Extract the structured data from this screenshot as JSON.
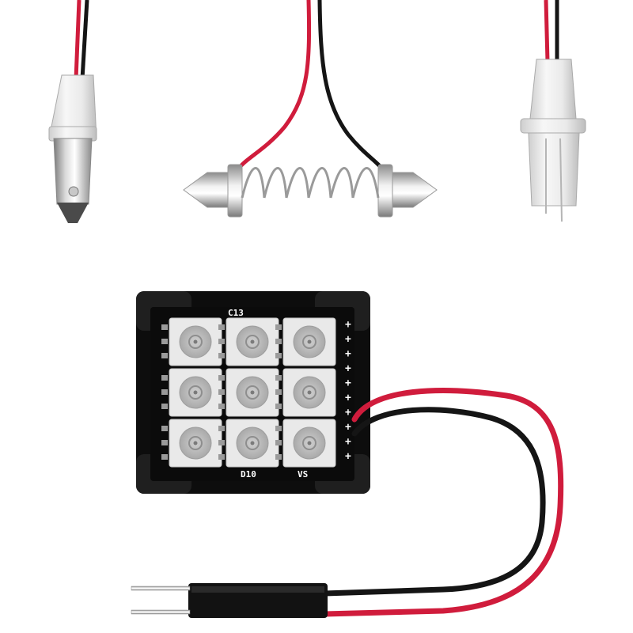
{
  "product": {
    "pcb": {
      "leds": [
        {
          "id": "led-1"
        },
        {
          "id": "led-2"
        },
        {
          "id": "led-3"
        },
        {
          "id": "led-4"
        },
        {
          "id": "led-5"
        },
        {
          "id": "led-6"
        },
        {
          "id": "led-7"
        },
        {
          "id": "led-8"
        },
        {
          "id": "led-9"
        }
      ],
      "silkscreen": {
        "top_label": "C13",
        "bottom_left_label": "D10",
        "bottom_right_label": "VS",
        "plus_sign": "+"
      },
      "colors": {
        "board": "#0d0d0d",
        "led_body": "#e9e9e9",
        "led_lens": "#b9b9b9",
        "silkscreen": "#ffffff"
      }
    },
    "adapters": [
      {
        "name": "ba9s-socket-adapter"
      },
      {
        "name": "festoon-spring-adapter"
      },
      {
        "name": "t10-wedge-adapter"
      }
    ],
    "wire_colors": {
      "positive": "#d01c3c",
      "negative": "#111111"
    }
  }
}
